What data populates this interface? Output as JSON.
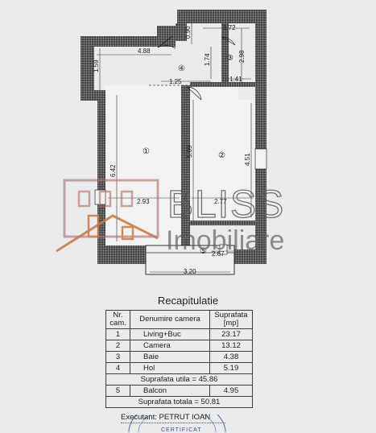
{
  "plan": {
    "dimensions": {
      "d_0_90": "0.90",
      "d_1_72": "1.72",
      "d_4_88": "4.88",
      "d_1_59": "1.59",
      "d_2_98": "2.98",
      "d_1_74": "1.74",
      "d_1_41": "1.41",
      "d_1_25": "1.25",
      "d_6_42": "6.42",
      "d_5_09": "5.09",
      "d_4_51": "4.51",
      "d_2_93": "2.93",
      "d_2_77": "2.77",
      "d_2_67": "2.67",
      "d_3_20": "3.20"
    },
    "room_numbers": {
      "r1": "①",
      "r2": "②",
      "r3": "③",
      "r4": "④",
      "r5": "⑤"
    }
  },
  "watermark": {
    "brand_line1": "BLISS",
    "brand_line2": "Imobiliare",
    "color": "#c77a43"
  },
  "recap": {
    "title": "Recapitulatie",
    "headers": {
      "nr": "Nr. cam.",
      "name": "Denumire camera",
      "area": "Suprafata [mp]"
    },
    "rows": [
      {
        "nr": "1",
        "name": "Living+Buc",
        "area": "23.17"
      },
      {
        "nr": "2",
        "name": "Camera",
        "area": "13.12"
      },
      {
        "nr": "3",
        "name": "Baie",
        "area": "4.38"
      },
      {
        "nr": "4",
        "name": "Hol",
        "area": "5.19"
      }
    ],
    "useful_area": "Suprafata utila = 45.86",
    "balcony": {
      "nr": "5",
      "name": "Balcon",
      "area": "4.95"
    },
    "total_area": "Suprafata totala = 50.81",
    "executant": "Executant: PETRUT IOAN",
    "stamp_text": "CERTIFICAT"
  }
}
